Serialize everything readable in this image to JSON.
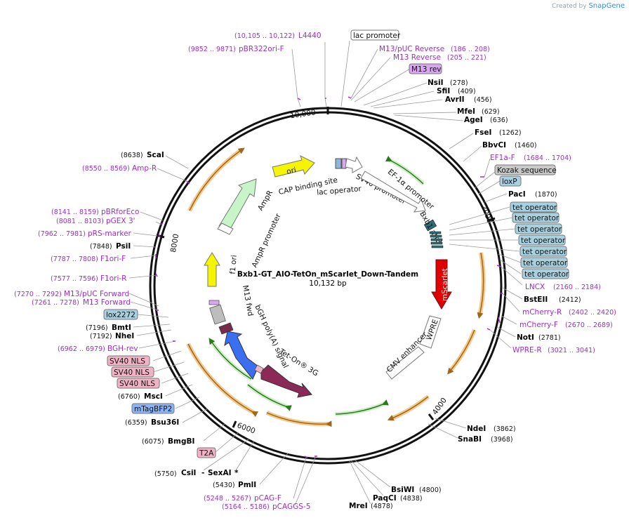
{
  "credit": {
    "prefix": "Created by",
    "brand": "SnapGene"
  },
  "plasmid": {
    "name": "Bxb1-GT_AIO-TetOn_mScarlet_Down-Tandem",
    "size": "10,132 bp"
  },
  "ticks": [
    "10,000",
    "2000",
    "4000",
    "6000",
    "8000"
  ],
  "features_inside": [
    {
      "label": "ori"
    },
    {
      "label": "CAP binding site"
    },
    {
      "label": "lac operator"
    },
    {
      "label": "SV40 promoter"
    },
    {
      "label": "EF-1α promoter"
    },
    {
      "label": "Bxb1 attB"
    },
    {
      "label": "mScarlet"
    },
    {
      "label": "WPRE"
    },
    {
      "label": "CMV enhancer"
    },
    {
      "label": "Tet-On® 3G"
    },
    {
      "label": "bGH poly(A) signal"
    },
    {
      "label": "M13 fwd"
    },
    {
      "label": "f1 ori"
    },
    {
      "label": "AmpR promoter"
    },
    {
      "label": "AmpR"
    }
  ],
  "enzymes": [
    {
      "name": "NsiI",
      "pos": "(278)"
    },
    {
      "name": "SfiI",
      "pos": "(409)"
    },
    {
      "name": "AvrII",
      "pos": "(456)"
    },
    {
      "name": "MfeI",
      "pos": "(629)"
    },
    {
      "name": "AgeI",
      "pos": "(636)"
    },
    {
      "name": "FseI",
      "pos": "(1262)"
    },
    {
      "name": "BbvCI",
      "pos": "(1460)"
    },
    {
      "name": "PacI",
      "pos": "(1870)"
    },
    {
      "name": "BstEII",
      "pos": "(2412)"
    },
    {
      "name": "NotI",
      "pos": "(2781)"
    },
    {
      "name": "NdeI",
      "pos": "(3862)"
    },
    {
      "name": "SnaBI",
      "pos": "(3968)"
    },
    {
      "name": "BsiWI",
      "pos": "(4800)"
    },
    {
      "name": "PaqCI",
      "pos": "(4838)"
    },
    {
      "name": "MreI",
      "pos": "(4878)"
    },
    {
      "name": "PmlI",
      "pos": "(5430)"
    },
    {
      "name": "CsiI",
      "pos": "(5750)"
    },
    {
      "name": "SexAI",
      "pos": "*"
    },
    {
      "name": "BmgBI",
      "pos": "(6075)"
    },
    {
      "name": "Bsu36I",
      "pos": "(6359)"
    },
    {
      "name": "MscI",
      "pos": "(6760)"
    },
    {
      "name": "NheI",
      "pos": "(7192)"
    },
    {
      "name": "BmtI",
      "pos": "(7196)"
    },
    {
      "name": "PsiI",
      "pos": "(7848)"
    },
    {
      "name": "ScaI",
      "pos": "(8638)"
    }
  ],
  "primers": [
    {
      "name": "L4440",
      "pos": "(10,105 .. 10,122)"
    },
    {
      "name": "pBR322ori-F",
      "pos": "(9852 .. 9871)"
    },
    {
      "name": "M13/pUC Reverse",
      "pos": "(186 .. 208)"
    },
    {
      "name": "M13 Reverse",
      "pos": "(205 .. 221)"
    },
    {
      "name": "EF1a-F",
      "pos": "(1684 .. 1704)"
    },
    {
      "name": "LNCX",
      "pos": "(2160 .. 2184)"
    },
    {
      "name": "mCherry-R",
      "pos": "(2402 .. 2420)"
    },
    {
      "name": "mCherry-F",
      "pos": "(2670 .. 2689)"
    },
    {
      "name": "WPRE-R",
      "pos": "(3021 .. 3041)"
    },
    {
      "name": "pCAG-F",
      "pos": "(5248 .. 5267)"
    },
    {
      "name": "pCAGGS-5",
      "pos": "(5164 .. 5186)"
    },
    {
      "name": "BGH-rev",
      "pos": "(6962 .. 6979)"
    },
    {
      "name": "M13 Forward",
      "pos": "(7261 .. 7278)"
    },
    {
      "name": "M13/pUC Forward",
      "pos": "(7270 .. 7292)"
    },
    {
      "name": "F1ori-R",
      "pos": "(7577 .. 7596)"
    },
    {
      "name": "F1ori-F",
      "pos": "(7787 .. 7808)"
    },
    {
      "name": "pRS-marker",
      "pos": "(7962 .. 7981)"
    },
    {
      "name": "pGEX 3'",
      "pos": "(8081 .. 8103)"
    },
    {
      "name": "pBRforEco",
      "pos": "(8141 .. 8159)"
    },
    {
      "name": "Amp-R",
      "pos": "(8550 .. 8569)"
    }
  ],
  "boxed_features": [
    {
      "label": "lac promoter",
      "color": "#ffffff"
    },
    {
      "label": "M13 rev",
      "color": "#d9a6f0"
    },
    {
      "label": "Kozak sequence",
      "color": "#c8c8c8"
    },
    {
      "label": "loxP",
      "color": "#a7d1e0"
    },
    {
      "label": "tet operator",
      "color": "#a7d1e0"
    },
    {
      "label": "tet operator",
      "color": "#a7d1e0"
    },
    {
      "label": "tet operator",
      "color": "#a7d1e0"
    },
    {
      "label": "tet operator",
      "color": "#a7d1e0"
    },
    {
      "label": "tet operator",
      "color": "#a7d1e0"
    },
    {
      "label": "tet operator",
      "color": "#a7d1e0"
    },
    {
      "label": "tet operator",
      "color": "#a7d1e0"
    },
    {
      "label": "lox2272",
      "color": "#a7d1e0"
    },
    {
      "label": "SV40 NLS",
      "color": "#f0b3c6"
    },
    {
      "label": "SV40 NLS",
      "color": "#f0b3c6"
    },
    {
      "label": "SV40 NLS",
      "color": "#f0b3c6"
    },
    {
      "label": "mTagBFP2",
      "color": "#8ab4f8"
    },
    {
      "label": "T2A",
      "color": "#f0b3c6"
    }
  ],
  "colors": {
    "primer": "#9a2fc8",
    "ori": "#f5f500",
    "ampr": "#c8f5c8",
    "mscarlet": "#e00000",
    "tet_on": "#8b2a57",
    "bgh_region": "#3a6ff0",
    "orange_arc": "#e89a2c",
    "green_arc": "#3a9a2c"
  }
}
